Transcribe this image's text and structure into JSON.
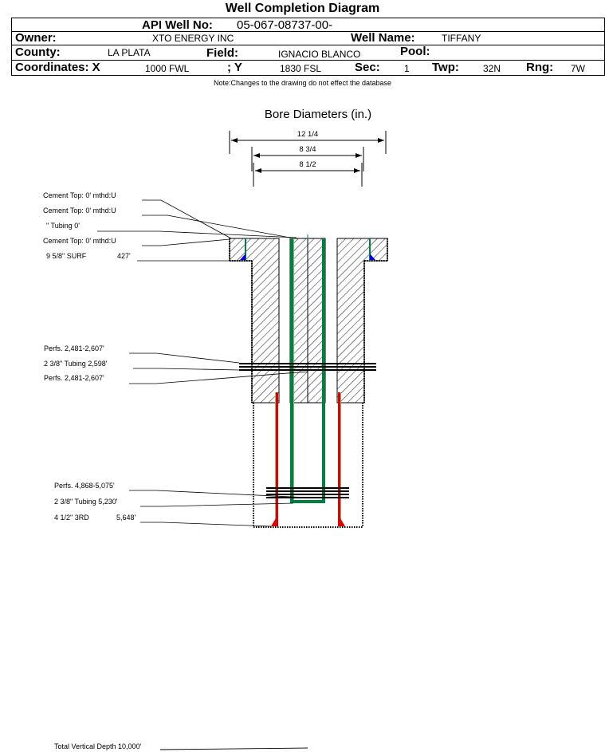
{
  "title": "Well Completion Diagram",
  "header": {
    "api_label": "API Well No:",
    "api_value": "05-067-08737-00-",
    "owner_label": "Owner:",
    "owner_value": "XTO ENERGY INC",
    "well_name_label": "Well Name:",
    "well_name_value": "TIFFANY",
    "county_label": "County:",
    "county_value": "LA PLATA",
    "field_label": "Field:",
    "field_value": "IGNACIO BLANCO",
    "pool_label": "Pool:",
    "pool_value": "",
    "coords_label": "Coordinates: X",
    "x_value": "1000 FWL",
    "y_label": "; Y",
    "y_value": "1830 FSL",
    "sec_label": "Sec:",
    "sec_value": "1",
    "twp_label": "Twp:",
    "twp_value": "32N",
    "rng_label": "Rng:",
    "rng_value": "7W"
  },
  "note": "Note:Changes to the drawing do not effect the database",
  "bore": {
    "title": "Bore Diameters (in.)",
    "diameters": [
      "12 1/4",
      "8 3/4",
      "8 1/2"
    ]
  },
  "labels": {
    "cement_top_1": "Cement Top: 0' mthd:U",
    "cement_top_2": "Cement Top: 0' mthd:U",
    "tubing_0": "\" Tubing 0'",
    "cement_top_3": "Cement Top: 0' mthd:U",
    "surf_casing": "9 5/8\" SURF",
    "surf_depth": "427'",
    "perfs_1a": "Perfs. 2,481-2,607'",
    "tubing_1": "2 3/8\" Tubing 2,598'",
    "perfs_1b": "Perfs. 2,481-2,607'",
    "perfs_2": "Perfs. 4,868-5,075'",
    "tubing_2": "2 3/8\" Tubing 5,230'",
    "casing_3rd": "4 1/2\" 3RD",
    "casing_3rd_depth": "5,648'",
    "tvd": "Total Vertical Depth 10,000'"
  },
  "colors": {
    "tubing": "#008040",
    "casing_prod": "#e00000",
    "cement_surf": "#0000ff",
    "hatch": "#000000"
  }
}
